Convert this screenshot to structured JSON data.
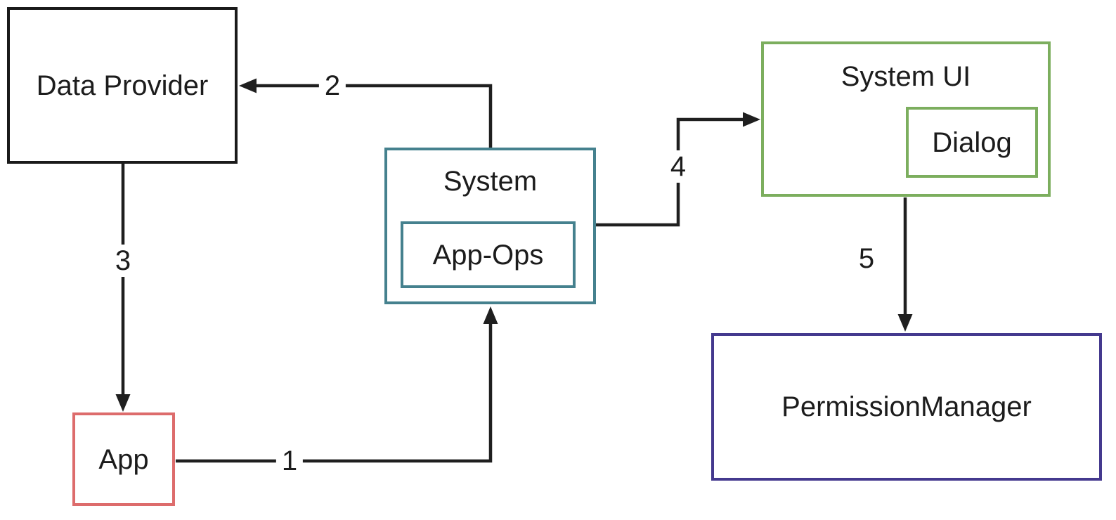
{
  "diagram": {
    "type": "flow-diagram",
    "background": "#ffffff",
    "arrow_color": "#1f1f1f"
  },
  "nodes": {
    "data_provider": {
      "label": "Data Provider",
      "border_color": "#1a1a1a"
    },
    "app": {
      "label": "App",
      "border_color": "#dd6c6c"
    },
    "system": {
      "label": "System",
      "border_color": "#45818e"
    },
    "app_ops": {
      "label": "App-Ops",
      "border_color": "#45818e"
    },
    "system_ui": {
      "label": "System UI",
      "border_color": "#7cae5e"
    },
    "dialog": {
      "label": "Dialog",
      "border_color": "#7cae5e"
    },
    "permission_manager": {
      "label": "PermissionManager",
      "border_color": "#44398e"
    }
  },
  "edges": [
    {
      "label": "1",
      "from": "App",
      "to": "System"
    },
    {
      "label": "2",
      "from": "System",
      "to": "Data Provider"
    },
    {
      "label": "3",
      "from": "Data Provider",
      "to": "App"
    },
    {
      "label": "4",
      "from": "System",
      "to": "System UI"
    },
    {
      "label": "5",
      "from": "System UI",
      "to": "PermissionManager"
    }
  ]
}
